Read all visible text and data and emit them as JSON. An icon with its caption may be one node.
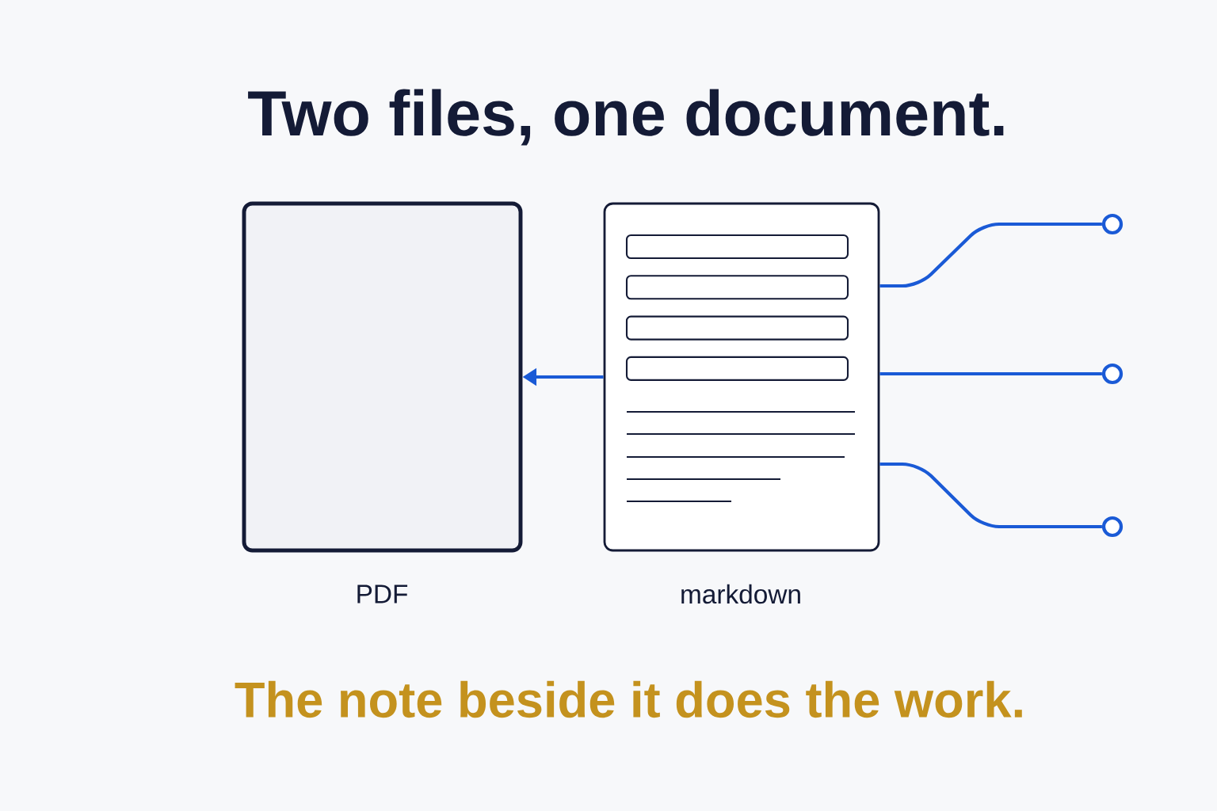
{
  "diagram": {
    "title": "Two files, one document.",
    "caption": "The note beside it does the work.",
    "nodes": [
      {
        "text": [],
        "shape": "box",
        "beside": [
          "PDF"
        ]
      },
      {
        "text": [],
        "shape": "box",
        "beside": [
          "markdown"
        ]
      },
      {
        "text": [],
        "shape": "circle"
      },
      {
        "text": [],
        "shape": "circle"
      },
      {
        "text": [],
        "shape": "circle"
      }
    ],
    "edges": [
      {
        "from": 1,
        "to": 0,
        "arrow": "to"
      },
      {
        "from": 1,
        "to": 2,
        "arrow": "none"
      },
      {
        "from": 1,
        "to": 3,
        "arrow": "none"
      },
      {
        "from": 1,
        "to": 4,
        "arrow": "none"
      }
    ]
  }
}
